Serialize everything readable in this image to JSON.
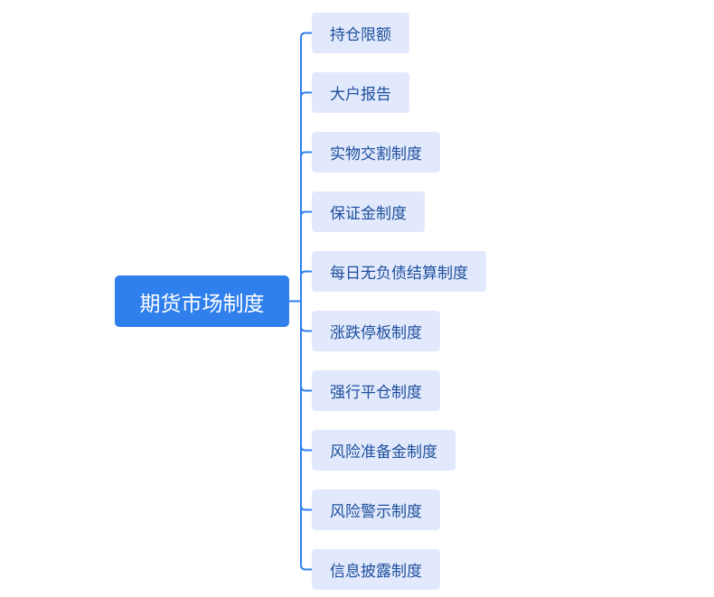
{
  "root": {
    "label": "期货市场制度"
  },
  "children": [
    {
      "label": "持仓限额"
    },
    {
      "label": "大户报告"
    },
    {
      "label": "实物交割制度"
    },
    {
      "label": "保证金制度"
    },
    {
      "label": "每日无负债结算制度"
    },
    {
      "label": "涨跌停板制度"
    },
    {
      "label": "强行平仓制度"
    },
    {
      "label": "风险准备金制度"
    },
    {
      "label": "风险警示制度"
    },
    {
      "label": "信息披露制度"
    }
  ],
  "colors": {
    "root": "#2f7fec",
    "child_bg": "#e2e9fc",
    "child_text": "#1d4f9c",
    "line": "#2f7fec"
  }
}
